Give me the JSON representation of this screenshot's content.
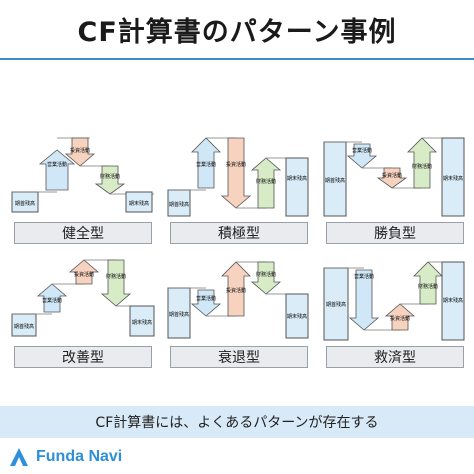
{
  "title": "CF計算書のパターン事例",
  "footer_text": "CF計算書には、よくあるパターンが存在する",
  "logo": {
    "text": "Funda Navi",
    "icon": "funda-navi-logo-icon"
  },
  "colors": {
    "title_rule": "#3a8fd3",
    "operating": "#cfe7f7",
    "investing": "#f6d2bf",
    "financing": "#d7ebc6",
    "balance": "#d9ecf8",
    "label_bg": "#e9ebee",
    "footer_band": "#d8e9f7",
    "brand": "#2f8fd8"
  },
  "item_labels": {
    "begin": "期首残高",
    "operating": "営業活動",
    "investing": "投資活動",
    "financing": "財務活動",
    "end": "期末残高"
  },
  "patterns": [
    {
      "name": "健全型",
      "flows": {
        "operating": "+",
        "investing": "-",
        "financing": "-"
      }
    },
    {
      "name": "積極型",
      "flows": {
        "operating": "+",
        "investing": "-",
        "financing": "+"
      }
    },
    {
      "name": "勝負型",
      "flows": {
        "operating": "-",
        "investing": "-",
        "financing": "+"
      }
    },
    {
      "name": "改善型",
      "flows": {
        "operating": "+",
        "investing": "+",
        "financing": "-"
      }
    },
    {
      "name": "衰退型",
      "flows": {
        "operating": "-",
        "investing": "+",
        "financing": "-"
      }
    },
    {
      "name": "救済型",
      "flows": {
        "operating": "-",
        "investing": "+",
        "financing": "+"
      }
    }
  ]
}
